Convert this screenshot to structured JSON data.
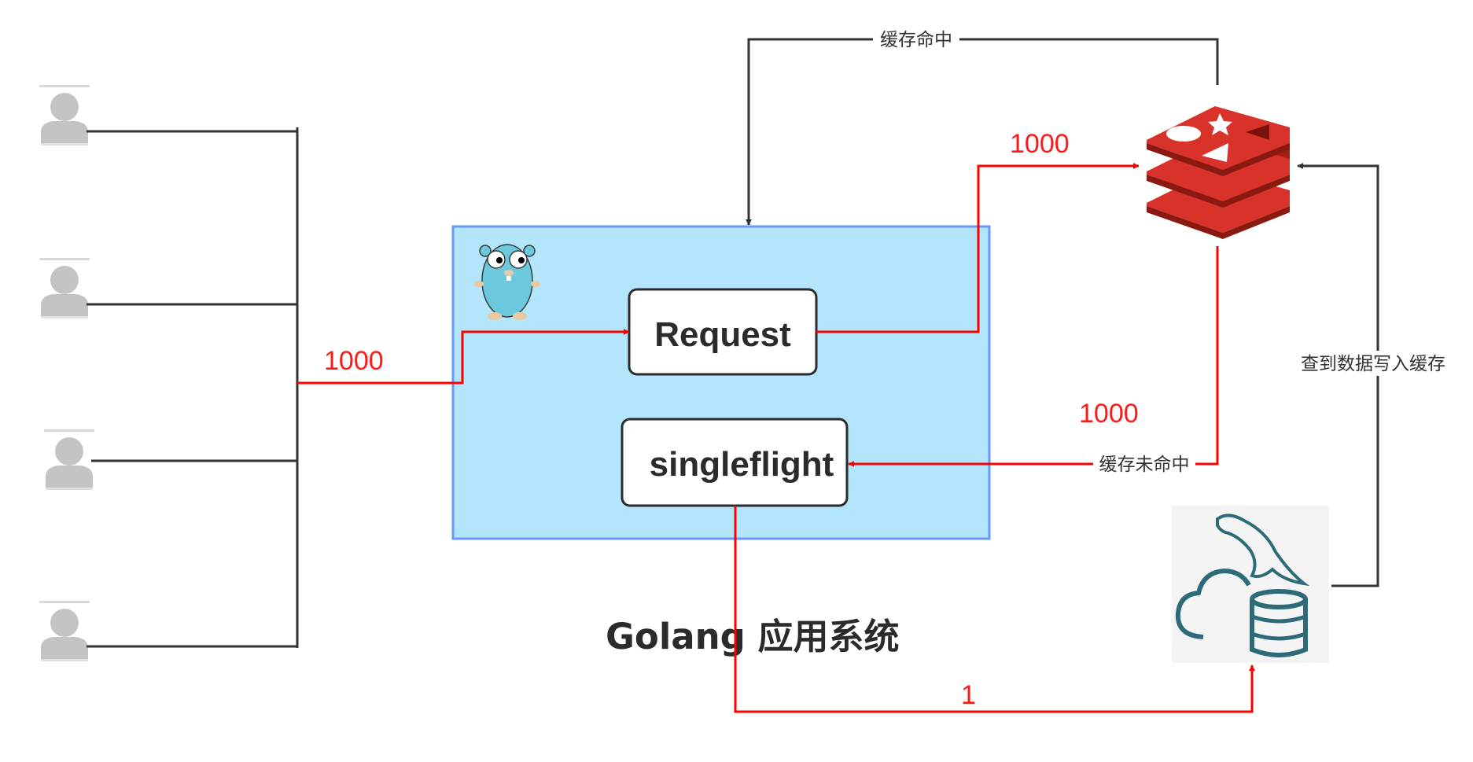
{
  "colors": {
    "accent_red": "#ff0000",
    "line_dark": "#333333",
    "app_fill": "#b3e5fc",
    "app_border": "#6699ff",
    "redis_red": "#d8322a",
    "mysql_teal": "#2e6b78"
  },
  "users": {
    "icon": "user-icon",
    "count": 4
  },
  "app_system": {
    "caption": "Golang 应用系统",
    "mascot_icon": "go-gopher-icon",
    "request_label": "Request",
    "singleflight_label": "singleflight"
  },
  "cache": {
    "icon": "redis-icon",
    "hit_label": "缓存命中",
    "miss_label": "缓存未命中"
  },
  "database": {
    "icon": "mysql-database-icon",
    "write_back_label": "查到数据写入缓存"
  },
  "counts": {
    "users_to_request": "1000",
    "request_to_cache": "1000",
    "cache_miss": "1000",
    "singleflight_to_db": "1"
  }
}
